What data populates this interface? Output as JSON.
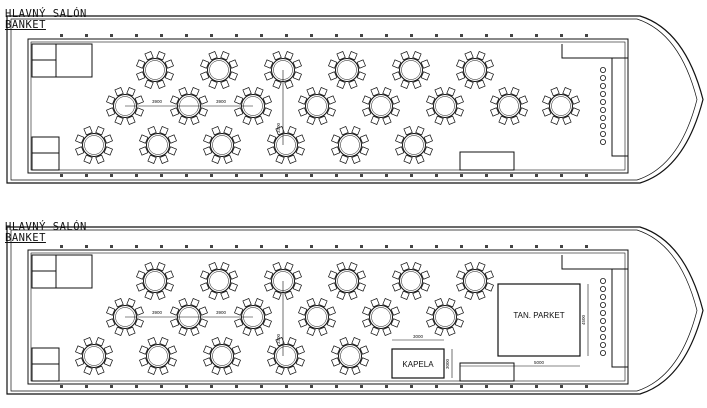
{
  "plans": [
    {
      "title": "HLAVNÝ SALÓN",
      "subtitle": "BANKET",
      "labels": [],
      "dimensions": [
        "3900",
        "3900",
        "3300"
      ]
    },
    {
      "title": "HLAVNÝ SALÓN",
      "subtitle": "BANKET",
      "labels": [
        "TAN. PARKET",
        "KAPELA"
      ],
      "dimensions": [
        "3900",
        "3900",
        "3300",
        "3000",
        "4500",
        "3000",
        "5000"
      ]
    }
  ]
}
